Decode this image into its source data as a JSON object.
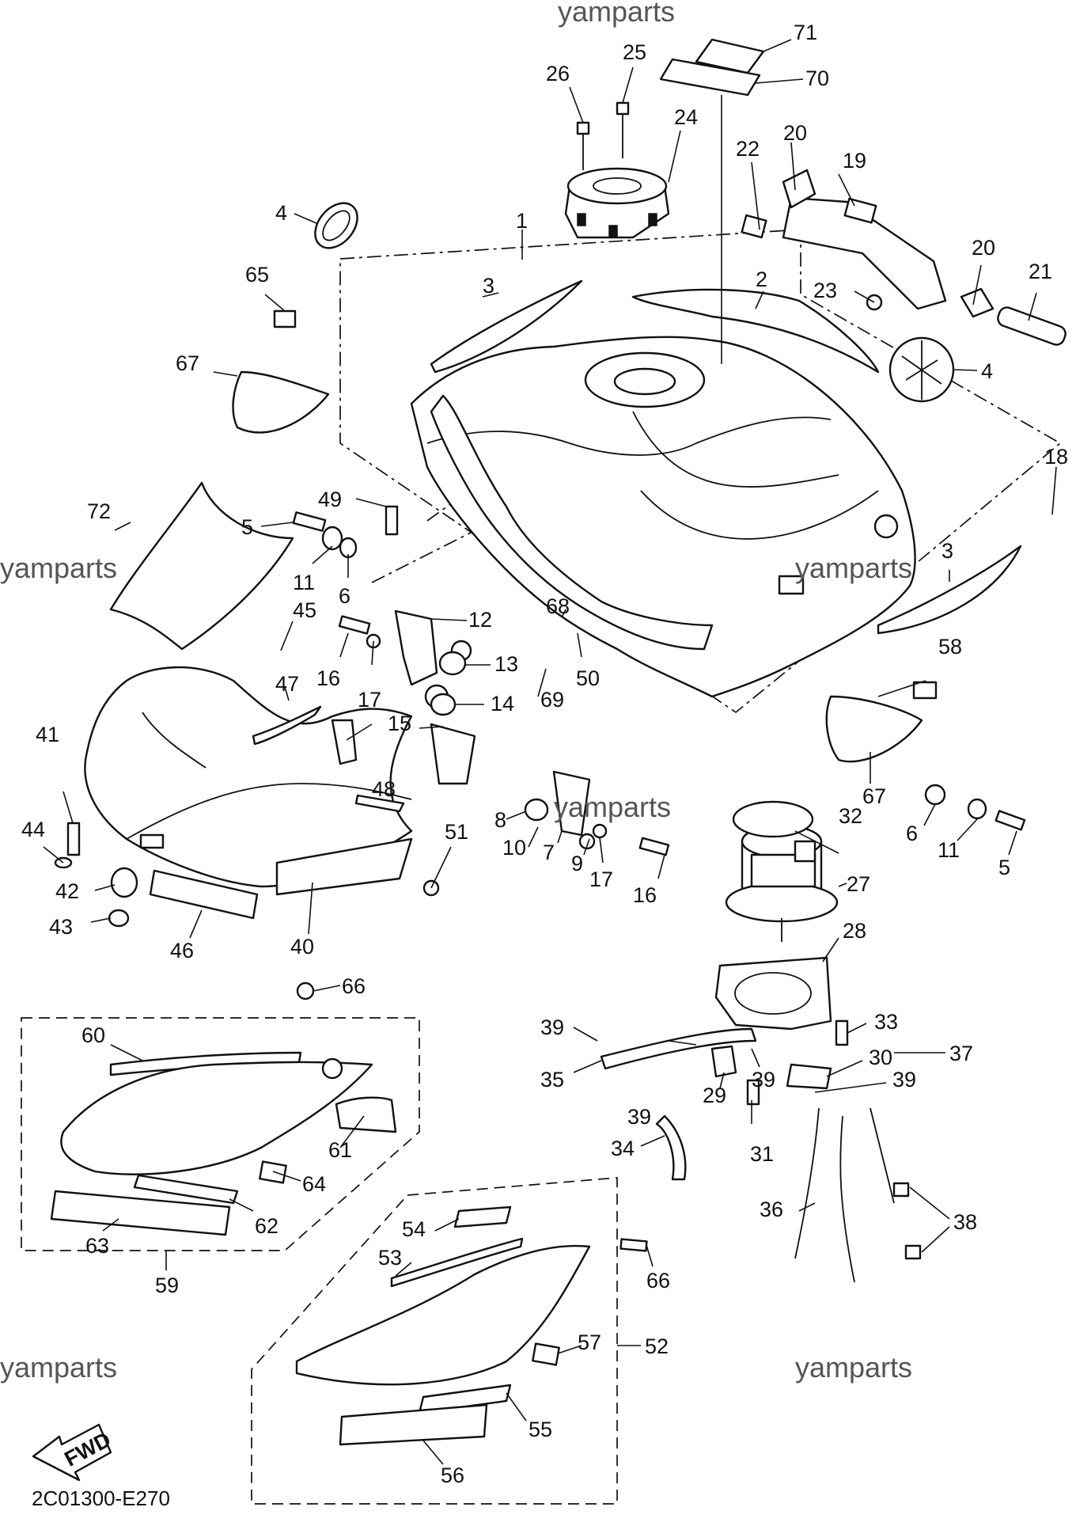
{
  "watermarks": [
    "yamparts",
    "yamparts",
    "yamparts",
    "yamparts",
    "yamparts",
    "yamparts"
  ],
  "diagram_code": "2C01300-E270",
  "fwd_label": "FWD",
  "callouts": [
    "71",
    "70",
    "26",
    "25",
    "24",
    "22",
    "20",
    "19",
    "4",
    "1",
    "3",
    "2",
    "23",
    "20",
    "21",
    "65",
    "67",
    "4",
    "72",
    "5",
    "49",
    "11",
    "6",
    "18",
    "3",
    "45",
    "16",
    "12",
    "68",
    "13",
    "50",
    "58",
    "47",
    "17",
    "14",
    "69",
    "15",
    "41",
    "44",
    "48",
    "8",
    "7",
    "10",
    "9",
    "17",
    "16",
    "6",
    "11",
    "5",
    "67",
    "32",
    "27",
    "51",
    "42",
    "43",
    "46",
    "40",
    "28",
    "66",
    "60",
    "33",
    "39",
    "30",
    "35",
    "29",
    "39",
    "39",
    "61",
    "64",
    "39",
    "34",
    "31",
    "37",
    "63",
    "62",
    "36",
    "59",
    "54",
    "38",
    "53",
    "66",
    "57",
    "52",
    "55",
    "56"
  ]
}
